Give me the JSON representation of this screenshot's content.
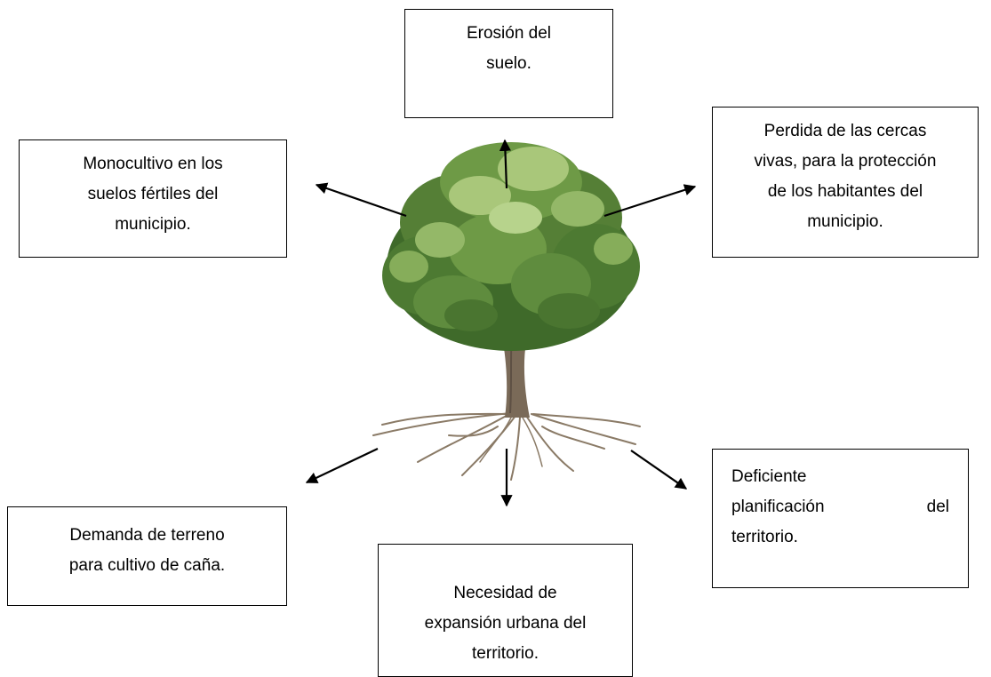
{
  "boxes": {
    "erosion": [
      "Erosión del",
      "suelo."
    ],
    "perdida": [
      "Perdida de las cercas",
      "vivas, para la protección",
      "de los habitantes del",
      "municipio."
    ],
    "monocultivo": [
      "Monocultivo en los",
      "suelos fértiles del",
      "municipio."
    ],
    "demanda": [
      "Demanda de terreno",
      "para cultivo de caña."
    ],
    "necesidad": [
      "Necesidad de",
      "expansión urbana del",
      "territorio."
    ],
    "deficiente": {
      "line1": "Deficiente",
      "line2_left": "planificación",
      "line2_right": "del",
      "line3": "territorio."
    }
  },
  "colors": {
    "foliage_dark": "#3f6a2a",
    "foliage_mid": "#6e9a46",
    "foliage_light": "#a9c77a",
    "trunk": "#7a6a58",
    "roots": "#8a7a66",
    "arrow": "#000000"
  }
}
